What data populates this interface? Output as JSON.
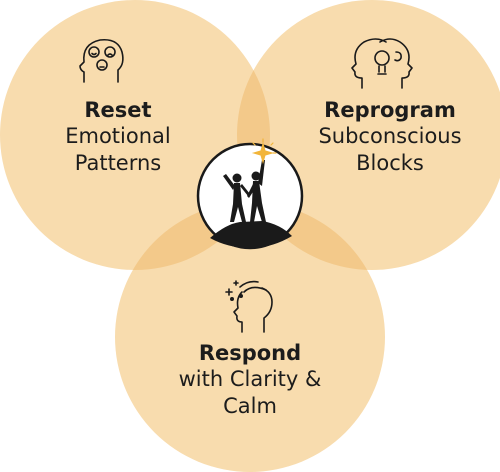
{
  "colors": {
    "circle_fill": "#f8dcae",
    "overlap_fill": "#f3c98a",
    "line": "#1a1a1a",
    "badge_bg": "#ffffff",
    "spark": "#f2b53a"
  },
  "circles": [
    {
      "title": "Reset",
      "lines": [
        "Emotional",
        "Patterns"
      ],
      "icon": "emotions-head-icon"
    },
    {
      "title": "Reprogram",
      "lines": [
        "Subconscious",
        "Blocks"
      ],
      "icon": "lightbulb-heads-icon"
    },
    {
      "title": "Respond",
      "lines": [
        "with Clarity &",
        "Calm"
      ],
      "icon": "open-mind-head-icon"
    }
  ],
  "center": {
    "icon": "summit-celebration-icon"
  }
}
